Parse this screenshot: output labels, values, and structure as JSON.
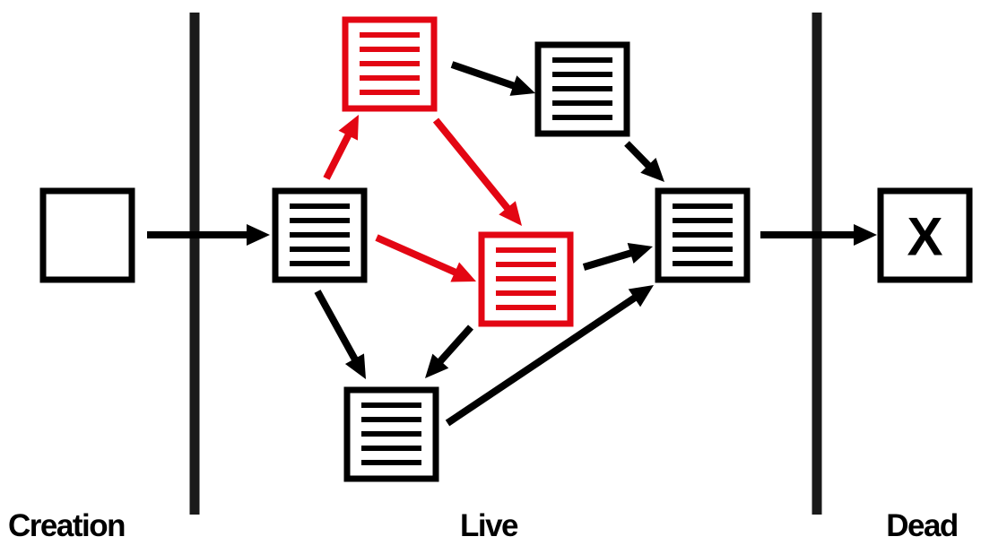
{
  "phases": {
    "creation": "Creation",
    "live": "Live",
    "dead": "Dead"
  },
  "dead_mark": "X",
  "colors": {
    "ink": "#000000",
    "highlight": "#e30613",
    "divider": "#1a1a1a"
  },
  "nodes": [
    {
      "id": "creation-box",
      "kind": "empty",
      "highlighted": false
    },
    {
      "id": "live-start",
      "kind": "document",
      "highlighted": false
    },
    {
      "id": "live-top",
      "kind": "document",
      "highlighted": true
    },
    {
      "id": "live-top-right",
      "kind": "document",
      "highlighted": false
    },
    {
      "id": "live-center",
      "kind": "document",
      "highlighted": true
    },
    {
      "id": "live-bottom",
      "kind": "document",
      "highlighted": false
    },
    {
      "id": "live-end",
      "kind": "document",
      "highlighted": false
    },
    {
      "id": "dead-box",
      "kind": "dead",
      "highlighted": false
    }
  ],
  "edges": [
    {
      "from": "creation-box",
      "to": "live-start",
      "highlighted": false
    },
    {
      "from": "live-start",
      "to": "live-top",
      "highlighted": true
    },
    {
      "from": "live-start",
      "to": "live-center",
      "highlighted": true
    },
    {
      "from": "live-start",
      "to": "live-bottom",
      "highlighted": false
    },
    {
      "from": "live-top",
      "to": "live-top-right",
      "highlighted": false
    },
    {
      "from": "live-top",
      "to": "live-center",
      "highlighted": true
    },
    {
      "from": "live-top-right",
      "to": "live-end",
      "highlighted": false
    },
    {
      "from": "live-center",
      "to": "live-end",
      "highlighted": false
    },
    {
      "from": "live-center",
      "to": "live-bottom",
      "highlighted": false
    },
    {
      "from": "live-bottom",
      "to": "live-end",
      "highlighted": false
    },
    {
      "from": "live-end",
      "to": "dead-box",
      "highlighted": false
    }
  ]
}
